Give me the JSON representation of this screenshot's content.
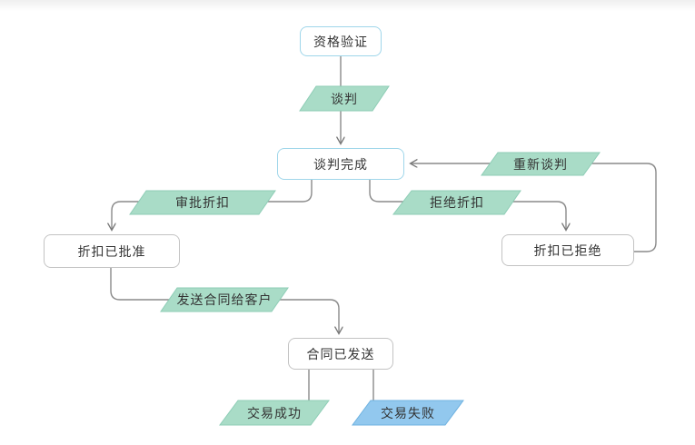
{
  "diagram": {
    "title_hint": "sales-deal-flowchart",
    "colors": {
      "node_border_blue": "#9fd6ea",
      "node_border_gray": "#c3c3c3",
      "edge_fill_green": "#a9dcc7",
      "edge_stroke_green": "#8ecdb6",
      "edge_fill_blue": "#92c8ee",
      "edge_stroke_blue": "#6fb2e0",
      "connector_gray": "#8a8a8a",
      "text": "#333333"
    },
    "nodes": {
      "qualification": {
        "label": "资格验证",
        "style": "blue"
      },
      "negotiation_complete": {
        "label": "谈判完成",
        "style": "blue"
      },
      "discount_approved": {
        "label": "折扣已批准",
        "style": "gray"
      },
      "discount_rejected": {
        "label": "折扣已拒绝",
        "style": "gray"
      },
      "contract_sent": {
        "label": "合同已发送",
        "style": "gray"
      }
    },
    "edges": {
      "negotiate": {
        "label": "谈判",
        "from": "qualification",
        "to": "negotiation_complete",
        "color": "green"
      },
      "approve_discount": {
        "label": "审批折扣",
        "from": "negotiation_complete",
        "to": "discount_approved",
        "color": "green"
      },
      "reject_discount": {
        "label": "拒绝折扣",
        "from": "negotiation_complete",
        "to": "discount_rejected",
        "color": "green"
      },
      "renegotiate": {
        "label": "重新谈判",
        "from": "discount_rejected",
        "to": "negotiation_complete",
        "color": "green"
      },
      "send_contract": {
        "label": "发送合同给客户",
        "from": "discount_approved",
        "to": "contract_sent",
        "color": "green"
      },
      "deal_success": {
        "label": "交易成功",
        "from": "contract_sent",
        "color": "green"
      },
      "deal_failed": {
        "label": "交易失败",
        "from": "contract_sent",
        "color": "blue"
      }
    }
  }
}
